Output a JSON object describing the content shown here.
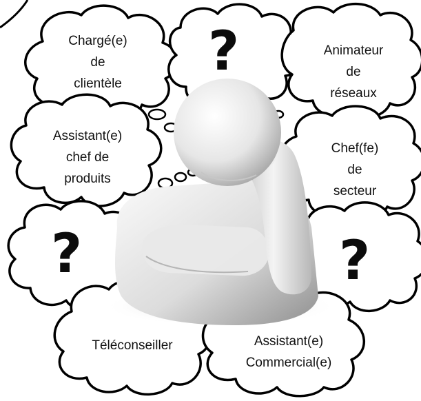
{
  "clouds": {
    "charge_clientele": {
      "lines": [
        "Chargé(e)",
        "de",
        "clientèle"
      ]
    },
    "animateur_reseaux": {
      "lines": [
        "Animateur",
        "de",
        "réseaux"
      ]
    },
    "assistant_chef_produits": {
      "lines": [
        "Assistant(e)",
        "chef de",
        "produits"
      ]
    },
    "chef_secteur": {
      "lines": [
        "Chef(fe)",
        "de",
        "secteur"
      ]
    },
    "teleconseiller": {
      "lines": [
        "Téléconseiller"
      ]
    },
    "assistant_commercial": {
      "lines": [
        "Assistant(e)",
        "Commercial(e)"
      ]
    },
    "question_top": {
      "glyph": "?"
    },
    "question_left": {
      "glyph": "?"
    },
    "question_right": {
      "glyph": "?"
    }
  },
  "figure": {
    "icon": "thinking-person-icon"
  },
  "colors": {
    "outline": "#000000",
    "cloud_fill": "#ffffff",
    "figure_light": "#f2f2f2",
    "figure_shadow": "#9a9a9a"
  }
}
